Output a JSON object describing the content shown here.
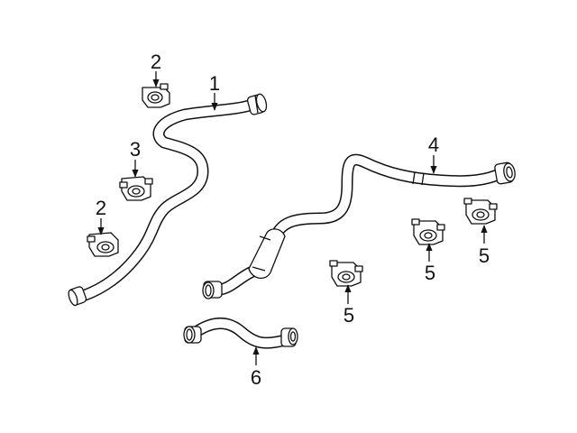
{
  "callouts": {
    "c1": "1",
    "c2a": "2",
    "c2b": "2",
    "c3": "3",
    "c4": "4",
    "c5a": "5",
    "c5b": "5",
    "c5c": "5",
    "c6": "6"
  },
  "colors": {
    "line": "#111111",
    "background": "#ffffff"
  }
}
